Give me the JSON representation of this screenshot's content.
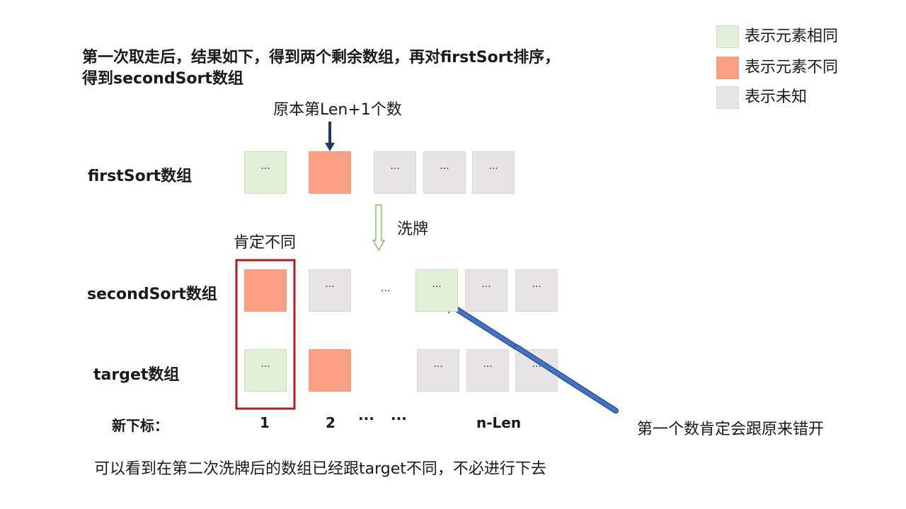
{
  "title": {
    "line1": "第一次取走后，结果如下，得到两个剩余数组，再对firstSort排序，",
    "line2": "得到secondSort数组"
  },
  "legend": [
    {
      "label": "表示元素相同",
      "color": "#e2f0d9"
    },
    {
      "label": "表示元素不同",
      "color": "#fb9f84"
    },
    {
      "label": "表示未知",
      "color": "#e6e4e5"
    }
  ],
  "annotations": {
    "original_len_plus_1": "原本第Len+1个数",
    "shuffle": "洗牌",
    "definitely_different": "肯定不同",
    "first_offset": "第一个数肯定会跟原来错开",
    "conclusion": "可以看到在第二次洗牌后的数组已经跟target不同，不必进行下去"
  },
  "rows": {
    "first": {
      "label": "firstSort数组"
    },
    "second": {
      "label": "secondSort数组"
    },
    "target": {
      "label": "target数组"
    }
  },
  "ellipsis": "···",
  "index_row": {
    "label": "新下标：",
    "i1": "1",
    "i2": "2",
    "dots1": "···",
    "dots2": "···",
    "last": "n-Len"
  },
  "colors": {
    "same": "#e2f0d9",
    "different": "#fb9f84",
    "unknown": "#e6e4e5",
    "highlight_border": "#b01c1c",
    "arrow_dark": "#1f3864",
    "arrow_blue": "#4472c4",
    "shuffle_arrow": "#70ad47"
  }
}
